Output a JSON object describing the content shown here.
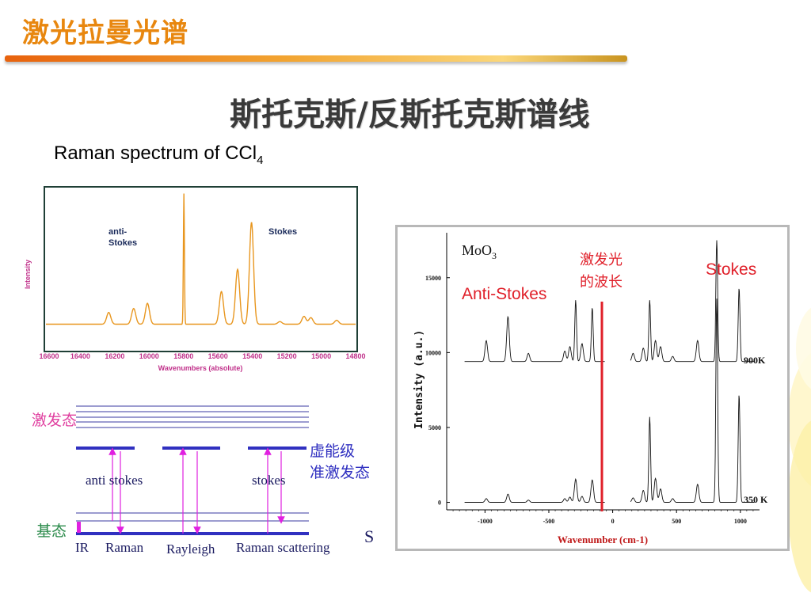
{
  "slide_title": "激光拉曼光谱",
  "subtitle": "斯托克斯/反斯托克斯谱线",
  "ccl4_chart": {
    "title_main": "Raman spectrum of CCl",
    "title_sub": "4",
    "ylabel": "Intensity",
    "xlabel": "Wavenumbers (absolute)",
    "xticks": [
      "16600",
      "16400",
      "16200",
      "16000",
      "15800",
      "15600",
      "15400",
      "15200",
      "15000",
      "14800"
    ],
    "annotation_anti": [
      "anti-",
      "Stokes"
    ],
    "annotation_stokes": "Stokes",
    "line_color": "#e8961e"
  },
  "energy_diagram": {
    "excited_label": "激发态",
    "ground_label": "基态",
    "virtual_label_1": "虚能级",
    "virtual_label_2": "准激发态",
    "anti_stokes_label": "anti stokes",
    "stokes_label": "stokes",
    "bottom_labels": [
      "IR",
      "Raman",
      "Rayleigh",
      "Raman scattering"
    ],
    "trailing_char": "S"
  },
  "moo3_chart": {
    "compound_main": "MoO",
    "compound_sub": "3",
    "ylabel": "Intensity (a.u.)",
    "xlabel": "Wavenumber (cm-1)",
    "yticks": [
      "15000",
      "10000",
      "5000",
      "0"
    ],
    "xticks": [
      "-1000",
      "-500",
      "0",
      "500",
      "1000"
    ],
    "label_anti": "Anti-Stokes",
    "label_stokes": "Stokes",
    "laser_label_1": "激发光",
    "laser_label_2": "的波长",
    "trace_900k": "900K",
    "trace_350k": "350 K",
    "accent_red": "#e0202a"
  },
  "chart_data": [
    {
      "type": "line",
      "title": "Raman spectrum of CCl4",
      "xlabel": "Wavenumbers (absolute)",
      "ylabel": "Intensity",
      "xlim": [
        16600,
        14800
      ],
      "x_reversed": true,
      "peaks": [
        {
          "x": 16235,
          "y": 0.09
        },
        {
          "x": 16090,
          "y": 0.12
        },
        {
          "x": 16010,
          "y": 0.16
        },
        {
          "x": 15798,
          "y": 1.0
        },
        {
          "x": 15580,
          "y": 0.25
        },
        {
          "x": 15486,
          "y": 0.42
        },
        {
          "x": 15405,
          "y": 0.78
        },
        {
          "x": 15240,
          "y": 0.02
        },
        {
          "x": 15100,
          "y": 0.06
        },
        {
          "x": 15060,
          "y": 0.05
        },
        {
          "x": 14910,
          "y": 0.03
        }
      ]
    },
    {
      "type": "line",
      "xlabel": "Wavenumber (cm-1)",
      "ylabel": "Intensity (a.u.)",
      "xlim": [
        -1300,
        1150
      ],
      "ylim": [
        -500,
        18000
      ],
      "series": [
        {
          "name": "900K",
          "baseline": 9400,
          "peaks": [
            {
              "x": -990,
              "y": 10800
            },
            {
              "x": -820,
              "y": 12400
            },
            {
              "x": -660,
              "y": 9950
            },
            {
              "x": -375,
              "y": 10100
            },
            {
              "x": -335,
              "y": 10400
            },
            {
              "x": -290,
              "y": 13500
            },
            {
              "x": -240,
              "y": 10600
            },
            {
              "x": -160,
              "y": 13000
            },
            {
              "x": 160,
              "y": 9950
            },
            {
              "x": 240,
              "y": 10300
            },
            {
              "x": 290,
              "y": 13500
            },
            {
              "x": 335,
              "y": 10800
            },
            {
              "x": 375,
              "y": 10400
            },
            {
              "x": 470,
              "y": 9750
            },
            {
              "x": 665,
              "y": 10800
            },
            {
              "x": 815,
              "y": 17500
            },
            {
              "x": 990,
              "y": 14300
            }
          ]
        },
        {
          "name": "350 K",
          "baseline": 0,
          "peaks": [
            {
              "x": -990,
              "y": 250
            },
            {
              "x": -820,
              "y": 550
            },
            {
              "x": -660,
              "y": 150
            },
            {
              "x": -375,
              "y": 250
            },
            {
              "x": -335,
              "y": 350
            },
            {
              "x": -290,
              "y": 1550
            },
            {
              "x": -240,
              "y": 400
            },
            {
              "x": -160,
              "y": 1500
            },
            {
              "x": 160,
              "y": 300
            },
            {
              "x": 240,
              "y": 800
            },
            {
              "x": 290,
              "y": 5700
            },
            {
              "x": 335,
              "y": 1600
            },
            {
              "x": 375,
              "y": 900
            },
            {
              "x": 470,
              "y": 250
            },
            {
              "x": 665,
              "y": 1200
            },
            {
              "x": 815,
              "y": 13600
            },
            {
              "x": 990,
              "y": 7200
            }
          ]
        }
      ]
    }
  ]
}
